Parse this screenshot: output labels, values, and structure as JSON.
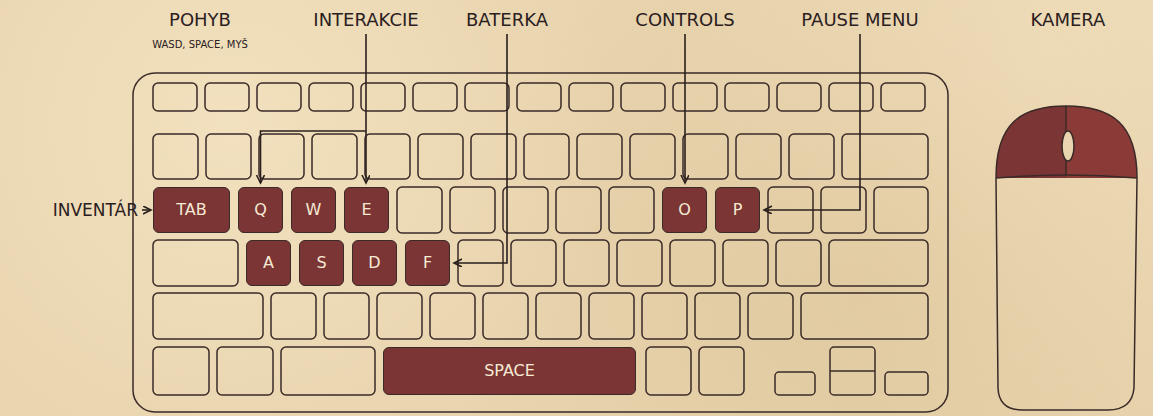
{
  "diagram": {
    "nodes": [
      {
        "text": [
          "TAB"
        ]
      },
      {
        "text": [
          "Q"
        ]
      },
      {
        "text": [
          "W"
        ]
      },
      {
        "text": [
          "E"
        ]
      },
      {
        "text": [
          "O"
        ]
      },
      {
        "text": [
          "P"
        ]
      },
      {
        "text": [
          "A"
        ]
      },
      {
        "text": [
          "S"
        ]
      },
      {
        "text": [
          "D"
        ]
      },
      {
        "text": [
          "F"
        ]
      },
      {
        "text": [
          "SPACE"
        ]
      }
    ],
    "labels": [
      "POHYB",
      "WASD, SPACE, MYŠ",
      "INTERAKCIE",
      "BATERKA",
      "CONTROLS",
      "PAUSE MENU",
      "KAMERA",
      "INVENTÁR"
    ]
  }
}
